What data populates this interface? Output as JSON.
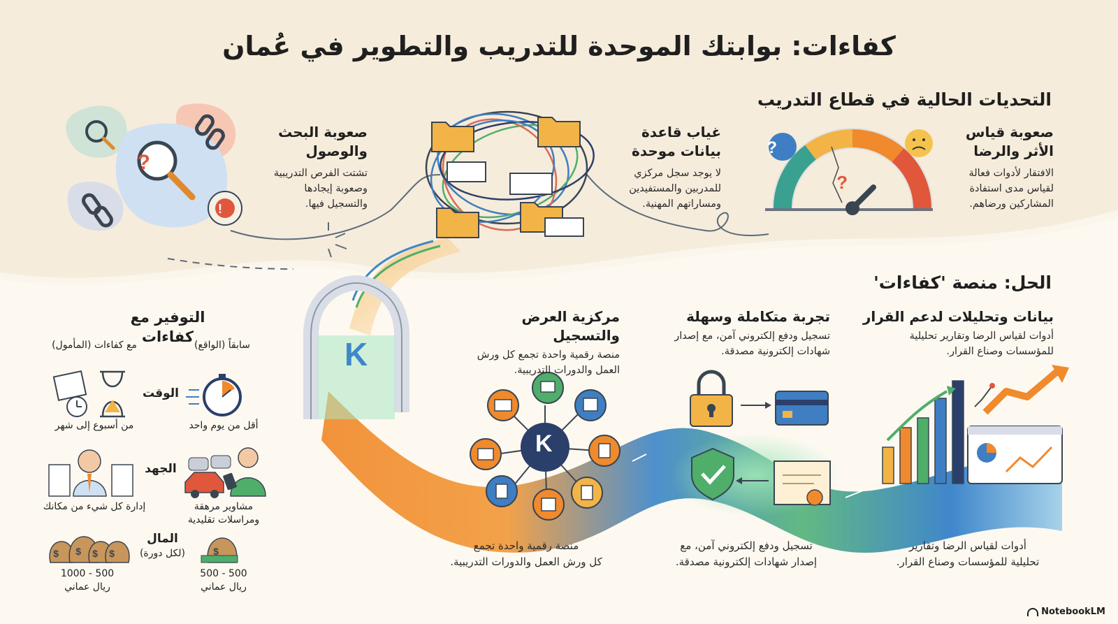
{
  "title": "كفاءات: بوابتك الموحدة للتدريب والتطوير في عُمان",
  "challenges": {
    "heading": "التحديات الحالية في قطاع التدريب",
    "items": [
      {
        "title_l1": "صعوبة قياس",
        "title_l2": "الأثر والرضا",
        "desc_l1": "الافتقار لأدوات فعالة",
        "desc_l2": "لقياس مدى استفادة",
        "desc_l3": "المشاركين ورضاهم."
      },
      {
        "title_l1": "غياب قاعدة",
        "title_l2": "بيانات موحدة",
        "desc_l1": "لا يوجد سجل مركزي",
        "desc_l2": "للمدربين والمستفيدين",
        "desc_l3": "ومساراتهم المهنية."
      },
      {
        "title_l1": "صعوبة البحث",
        "title_l2": "والوصول",
        "desc_l1": "تشتت الفرص التدريبية",
        "desc_l2": "وصعوبة إيجادها",
        "desc_l3": "والتسجيل فيها."
      }
    ]
  },
  "solution": {
    "heading": "الحل: منصة 'كفاءات'",
    "logo_letter": "K",
    "features": [
      {
        "title": "بيانات وتحليلات لدعم القرار",
        "desc_l1": "أدوات لقياس الرضا وتقارير تحليلية",
        "desc_l2": "للمؤسسات وصناع القرار."
      },
      {
        "title": "تجربة متكاملة وسهلة",
        "desc_l1": "تسجيل ودفع إلكتروني آمن، مع إصدار",
        "desc_l2": "شهادات إلكترونية مصدقة."
      },
      {
        "title": "مركزية العرض والتسجيل",
        "desc_l1": "منصة رقمية واحدة تجمع كل ورش",
        "desc_l2": "العمل والدورات التدريبية."
      }
    ],
    "bottom": [
      {
        "l1": "أدوات لقياس الرضا وتقارير",
        "l2": "تحليلية للمؤسسات وصناع القرار."
      },
      {
        "l1": "تسجيل ودفع إلكتروني آمن، مع",
        "l2": "إصدار شهادات إلكترونية مصدقة."
      },
      {
        "l1": "منصة رقمية واحدة تجمع",
        "l2": "كل ورش العمل والدورات التدريبية."
      }
    ]
  },
  "savings": {
    "heading": "التوفير مع كفاءات",
    "col_before": "سابقاً (الواقع)",
    "col_after": "مع كفاءات (المأمول)",
    "rows": [
      {
        "label": "الوقت",
        "before": "أقل من يوم واحد",
        "after": "من أسبوع إلى شهر"
      },
      {
        "label": "الجهد",
        "before_l1": "مشاوير مرهقة",
        "before_l2": "ومراسلات تقليدية",
        "after": "إدارة كل شيء من مكانك"
      },
      {
        "label": "المال",
        "sublabel": "(لكل دورة)",
        "before_l1": "500 - 500",
        "before_l2": "ريال عماني",
        "after_l1": "500 - 1000",
        "after_l2": "ريال عماني"
      }
    ]
  },
  "brand": "NotebookLM",
  "colors": {
    "accent_orange": "#f0872b",
    "accent_blue": "#2f6fb5",
    "accent_green": "#4fae6a",
    "gold": "#f2b447",
    "navy": "#2b3f6b"
  }
}
